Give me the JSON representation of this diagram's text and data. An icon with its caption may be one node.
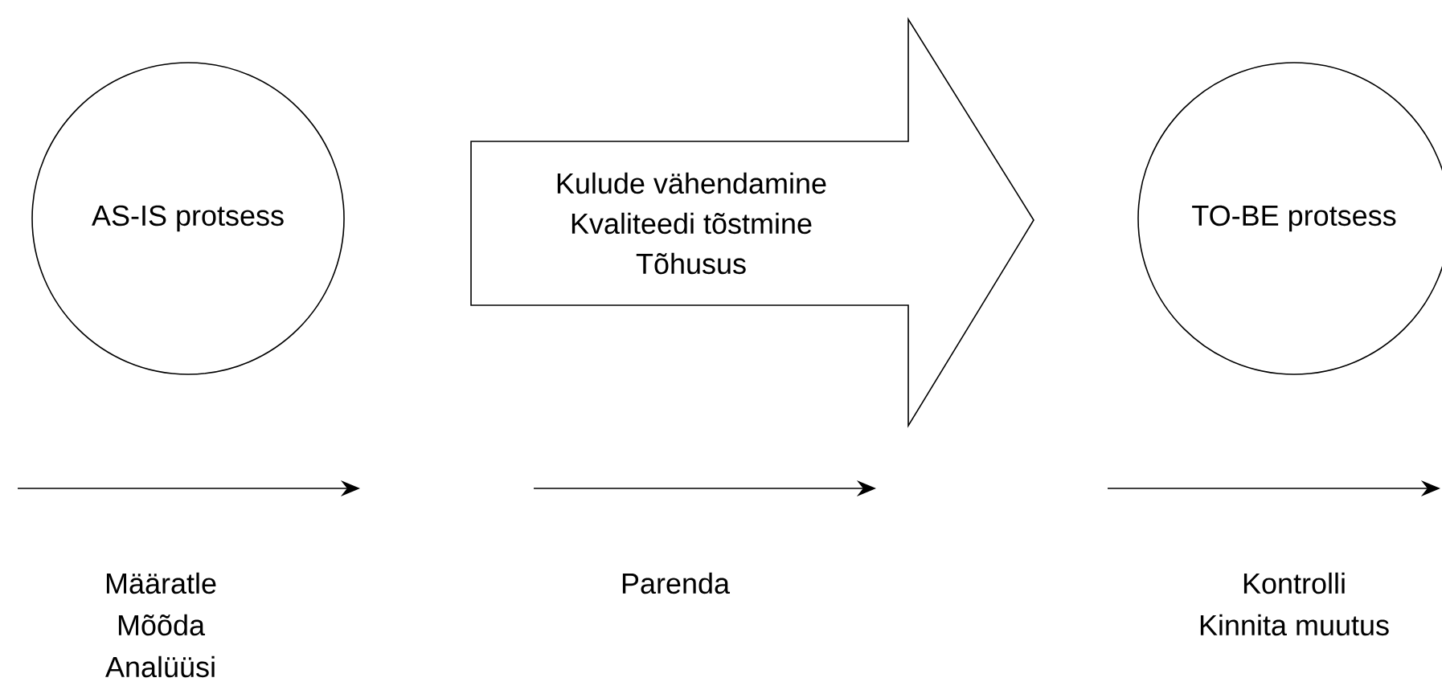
{
  "diagram": {
    "nodes": [
      {
        "text": [
          "AS-IS protsess"
        ]
      },
      {
        "text": [
          "Kulude vähendamine",
          "Kvaliteedi tõstmine",
          "Tõhusus"
        ]
      },
      {
        "text": [
          "TO-BE protsess"
        ]
      }
    ],
    "labels": [
      "Määratle",
      "Mõõda",
      "Analüüsi",
      "Parenda",
      "Kontrolli",
      "Kinnita muutus"
    ]
  }
}
